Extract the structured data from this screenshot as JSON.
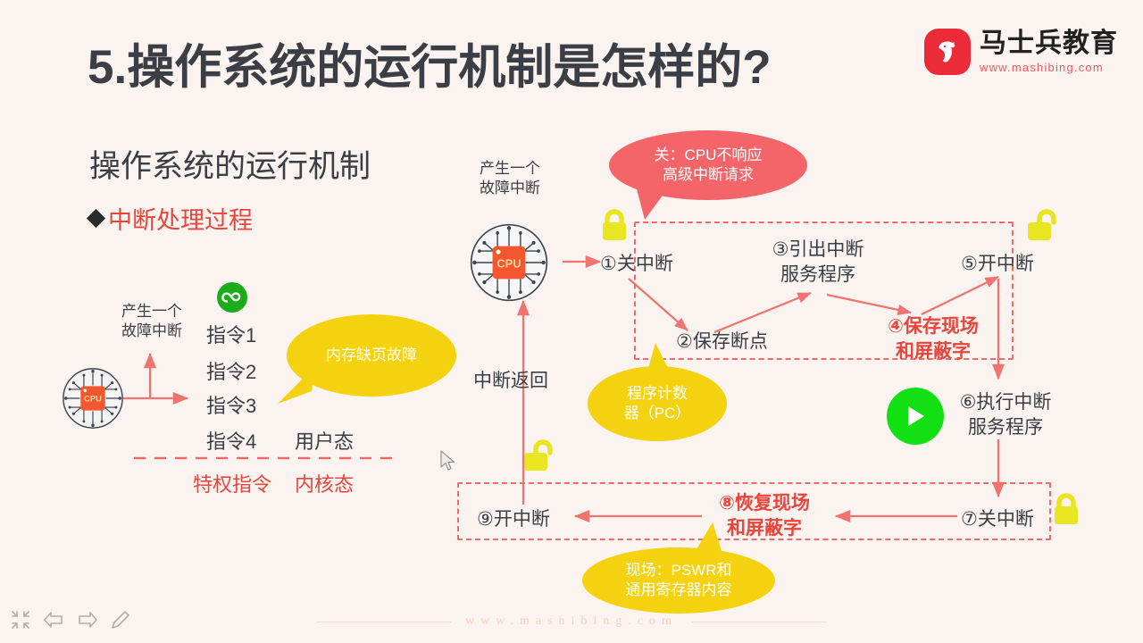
{
  "header": {
    "title": "5.操作系统的运行机制是怎样的?",
    "logo_name": "马士兵教育",
    "logo_url": "www.mashibing.com",
    "logo_color": "#ec2b39"
  },
  "left_panel": {
    "subtitle": "操作系统的运行机制",
    "bullet": "中断处理过程",
    "bullet_color": "#e8453c",
    "cpu_label": "CPU",
    "interrupt_caption": "产生一个\n故障中断",
    "instructions": [
      "指令1",
      "指令2",
      "指令3",
      "指令4"
    ],
    "user_mode": "用户态",
    "privileged_instruction": "特权指令",
    "kernel_mode": "内核态",
    "fault_bubble": "内存缺页故障",
    "miniprogram_icon": "wechat-miniprogram-icon"
  },
  "middle": {
    "cpu_label": "CPU",
    "interrupt_caption": "产生一个\n故障中断",
    "interrupt_return": "中断返回"
  },
  "flow": {
    "top_box_steps": [
      {
        "id": "step1",
        "label": "①关中断",
        "emphasis": false
      },
      {
        "id": "step2",
        "label": "②保存断点",
        "emphasis": false
      },
      {
        "id": "step3",
        "label": "③引出中断\n服务程序",
        "emphasis": false
      },
      {
        "id": "step4",
        "label": "④保存现场\n和屏蔽字",
        "emphasis": true
      },
      {
        "id": "step5",
        "label": "⑤开中断",
        "emphasis": false
      }
    ],
    "step6": "⑥执行中断\n服务程序",
    "bottom_box_steps": [
      {
        "id": "step7",
        "label": "⑦关中断",
        "emphasis": false
      },
      {
        "id": "step8",
        "label": "⑧恢复现场\n和屏蔽字",
        "emphasis": true
      },
      {
        "id": "step9",
        "label": "⑨开中断",
        "emphasis": false
      }
    ]
  },
  "callouts": {
    "cpu_no_response": "关：CPU不响应\n高级中断请求",
    "program_counter": "程序计数\n器（PC）",
    "context_registers": "现场：PSWR和\n通用寄存器内容"
  },
  "locks": [
    {
      "name": "lock-closed-step1",
      "state": "closed"
    },
    {
      "name": "lock-open-step5",
      "state": "open"
    },
    {
      "name": "lock-open-step9",
      "state": "open"
    },
    {
      "name": "lock-closed-step7",
      "state": "closed"
    }
  ],
  "footer": {
    "watermark": "www.mashibing.com"
  },
  "toolbar": {
    "items": [
      {
        "name": "exit-fullscreen-icon",
        "label": "exit-fullscreen"
      },
      {
        "name": "previous-slide-icon",
        "label": "previous"
      },
      {
        "name": "next-slide-icon",
        "label": "next"
      },
      {
        "name": "pen-annotate-icon",
        "label": "annotate"
      }
    ]
  },
  "colors": {
    "background": "#faf3ef",
    "accent_red": "#e8453c",
    "arrow_red": "#f0736f",
    "yellow": "#f5d210",
    "bubble_red": "#f4656a",
    "green": "#1aad19"
  }
}
